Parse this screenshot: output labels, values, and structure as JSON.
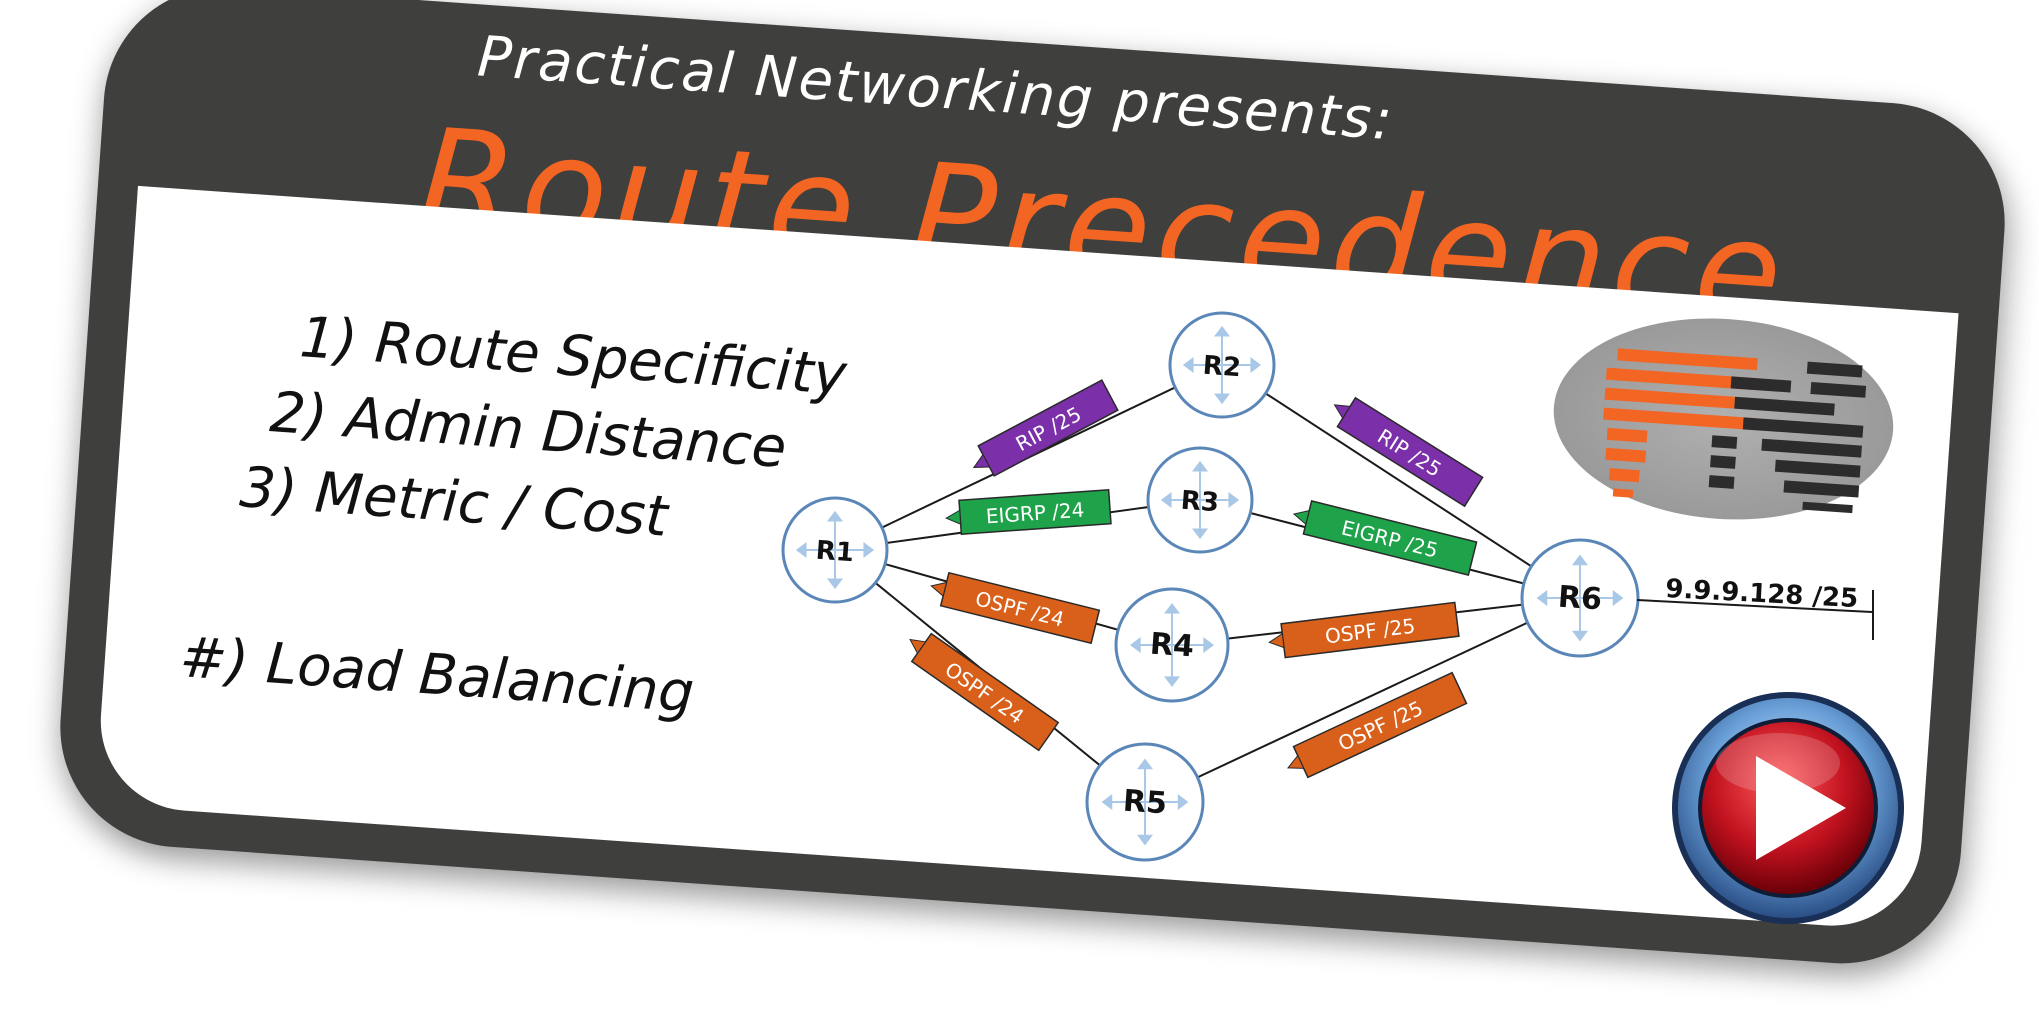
{
  "header": {
    "presenter": "Practical Networking presents:",
    "title": "Route Precedence"
  },
  "rules": [
    "1)  Route Specificity",
    "2)  Admin Distance",
    "3)  Metric / Cost",
    "#) Load Balancing"
  ],
  "routers": [
    "R1",
    "R2",
    "R3",
    "R4",
    "R5",
    "R6"
  ],
  "route_tags": [
    {
      "label": "RIP /25",
      "protocol": "RIP"
    },
    {
      "label": "RIP /25",
      "protocol": "RIP"
    },
    {
      "label": "EIGRP /24",
      "protocol": "EIGRP"
    },
    {
      "label": "EIGRP /25",
      "protocol": "EIGRP"
    },
    {
      "label": "OSPF /24",
      "protocol": "OSPF"
    },
    {
      "label": "OSPF  /25",
      "protocol": "OSPF"
    },
    {
      "label": "OSPF /24",
      "protocol": "OSPF"
    },
    {
      "label": "OSPF  /25",
      "protocol": "OSPF"
    }
  ],
  "destination_network": "9.9.9.128 /25",
  "colors": {
    "frame": "#3f3f3d",
    "title": "#f26522",
    "RIP": "#7b2fa8",
    "EIGRP": "#1ea34a",
    "OSPF": "#d9601a",
    "router_border": "#5a86b8"
  },
  "icons": {
    "logo": "practical-networking-logo",
    "play": "play-button-icon"
  }
}
